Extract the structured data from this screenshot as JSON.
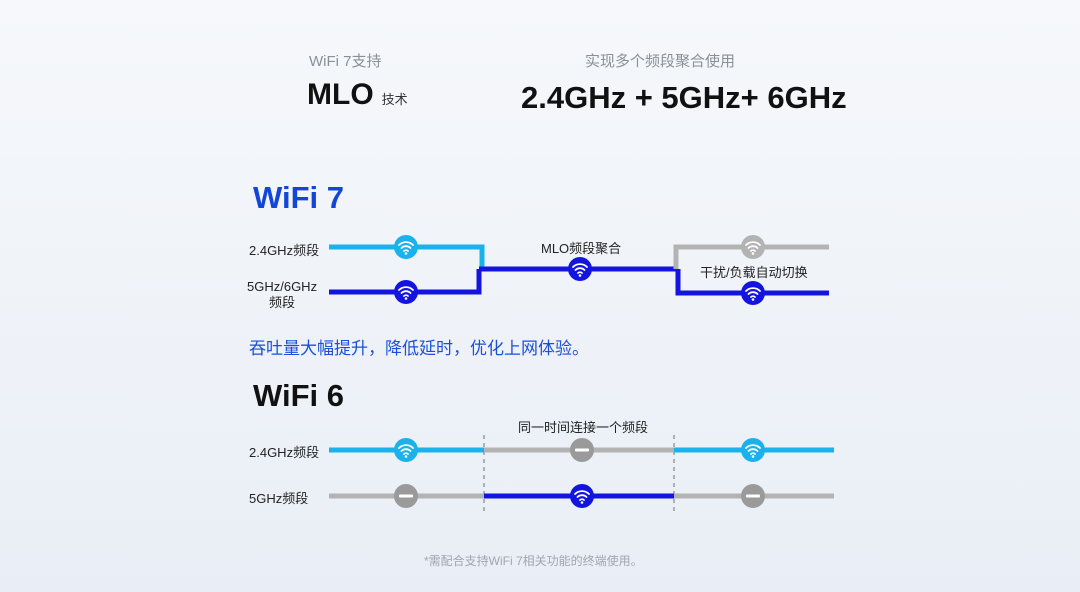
{
  "header": {
    "left_caption": "WiFi 7支持",
    "left_title": "MLO",
    "left_title_suffix": "技术",
    "right_caption": "实现多个频段聚合使用",
    "right_title": "2.4GHz + 5GHz+ 6GHz"
  },
  "wifi7": {
    "title": "WiFi 7",
    "band_24_label": "2.4GHz频段",
    "band_56_label_line1": "5GHz/6GHz",
    "band_56_label_line2": "频段",
    "mlo_label": "MLO频段聚合",
    "switch_label": "干扰/负载自动切换",
    "benefit": "吞吐量大幅提升，降低延时，优化上网体验。"
  },
  "wifi6": {
    "title": "WiFi 6",
    "band_24_label": "2.4GHz频段",
    "band_5_label": "5GHz频段",
    "single_label": "同一时间连接一个频段"
  },
  "footnote": "*需配合支持WiFi 7相关功能的终端使用。",
  "colors": {
    "cyan": "#1ab2ea",
    "blue": "#1414e0",
    "gray": "#b3b3b3",
    "accent_text": "#1b4fd8"
  }
}
